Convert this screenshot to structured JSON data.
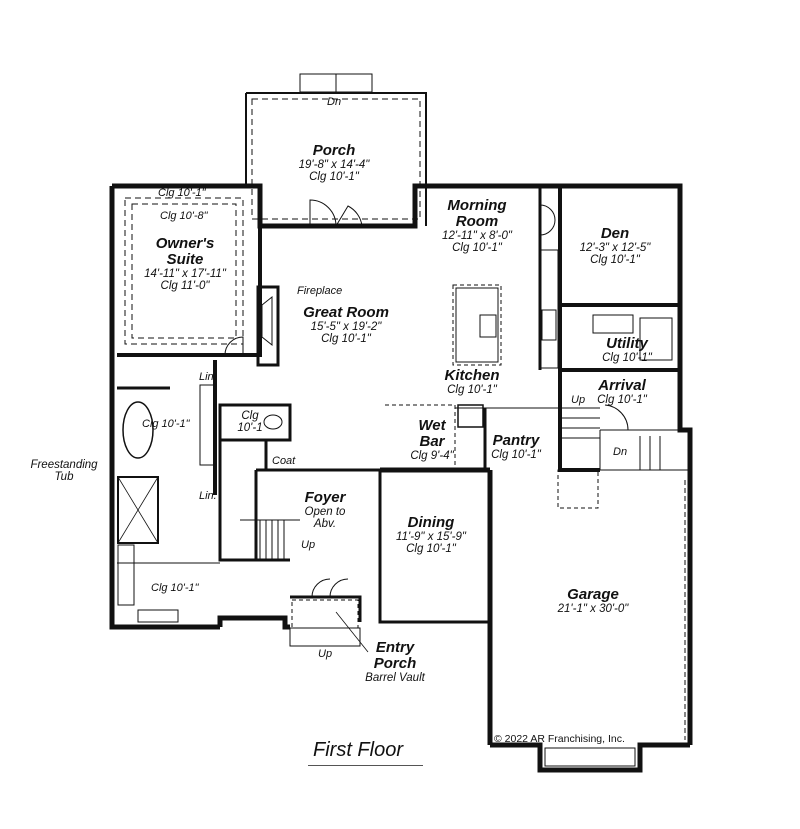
{
  "plan": {
    "title": "First Floor",
    "copyright": "© 2022 AR Franchising, Inc."
  },
  "rooms": {
    "porch": {
      "name": "Porch",
      "dims": "19'-8\" x 14'-4\"",
      "ceiling": "Clg 10'-1\"",
      "stair": "Dn"
    },
    "owners_suite": {
      "name": "Owner's",
      "name2": "Suite",
      "dims": "14'-11\" x 17'-11\"",
      "ceiling": "Clg 11'-0\"",
      "ceiling_outer": "Clg 10'-1\"",
      "ceiling_tray": "Clg 10'-8\""
    },
    "morning_room": {
      "name": "Morning",
      "name2": "Room",
      "dims": "12'-11\" x 8'-0\"",
      "ceiling": "Clg 10'-1\""
    },
    "den": {
      "name": "Den",
      "dims": "12'-3\" x 12'-5\"",
      "ceiling": "Clg 10'-1\""
    },
    "great_room": {
      "name": "Great Room",
      "dims": "15'-5\" x 19'-2\"",
      "ceiling": "Clg 10'-1\"",
      "fireplace": "Fireplace"
    },
    "utility": {
      "name": "Utility",
      "ceiling": "Clg 10'-1\""
    },
    "kitchen": {
      "name": "Kitchen",
      "ceiling": "Clg 10'-1\""
    },
    "arrival": {
      "name": "Arrival",
      "ceiling": "Clg 10'-1\"",
      "stair_up": "Up",
      "stair_dn": "Dn"
    },
    "wet_bar": {
      "name": "Wet",
      "name2": "Bar",
      "ceiling": "Clg 9'-4\""
    },
    "pantry": {
      "name": "Pantry",
      "ceiling": "Clg 10'-1\""
    },
    "owners_bath": {
      "ceiling": "Clg 10'-1\"",
      "linen1": "Lin.",
      "linen2": "Lin.",
      "tub_note": "Freestanding",
      "tub_note2": "Tub"
    },
    "powder": {
      "ceiling": "Clg",
      "ceiling2": "10'-1"
    },
    "coat": {
      "name": "Coat"
    },
    "foyer": {
      "name": "Foyer",
      "note": "Open to",
      "note2": "Abv.",
      "stair": "Up"
    },
    "dining": {
      "name": "Dining",
      "dims": "11'-9\" x 15'-9\"",
      "ceiling": "Clg 10'-1\""
    },
    "closet": {
      "ceiling": "Clg 10'-1\""
    },
    "entry_porch": {
      "name": "Entry",
      "name2": "Porch",
      "note": "Barrel Vault",
      "stair": "Up"
    },
    "garage": {
      "name": "Garage",
      "dims": "21'-1\" x 30'-0\""
    }
  }
}
